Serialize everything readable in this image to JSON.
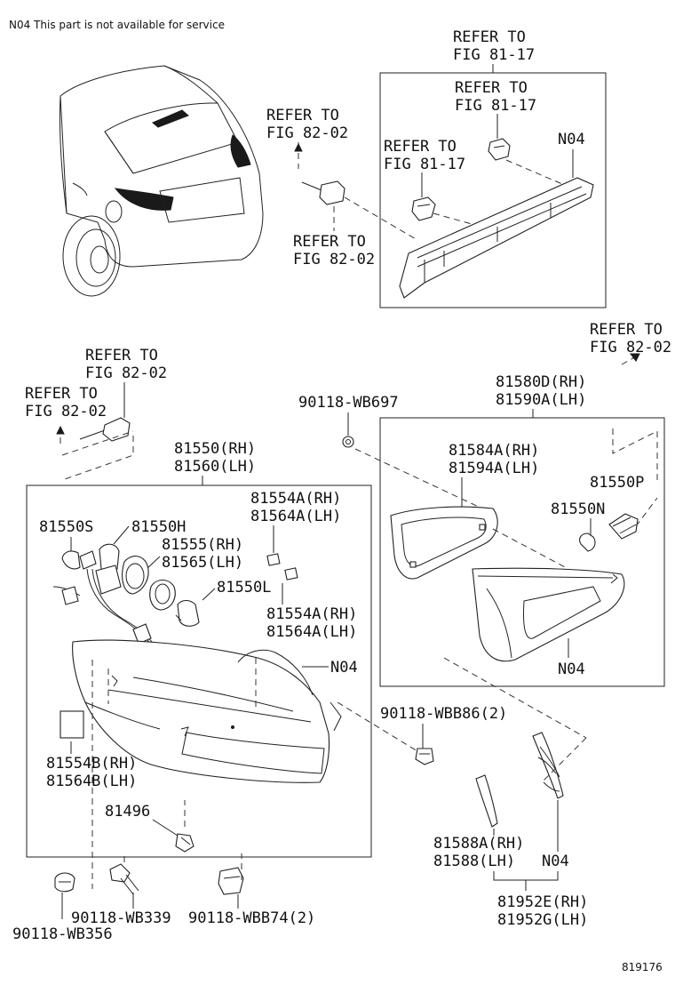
{
  "note": "N04 This part is not available for service",
  "figure_number": "819176",
  "labels": {
    "refer_top_a": "REFER TO",
    "refer_top_b": "FIG 81-17",
    "refer_clip1_a": "REFER TO",
    "refer_clip1_b": "FIG 81-17",
    "refer_clip2_a": "REFER TO",
    "refer_clip2_b": "FIG 81-17",
    "refer_conn1_a": "REFER TO",
    "refer_conn1_b": "FIG 82-02",
    "refer_conn2_a": "REFER TO",
    "refer_conn2_b": "FIG 82-02",
    "refer_right_a": "REFER TO",
    "refer_right_b": "FIG 82-02",
    "refer_left1_a": "REFER TO",
    "refer_left1_b": "FIG 82-02",
    "refer_left2_a": "REFER TO",
    "refer_left2_b": "FIG 82-02",
    "n04_stop": "N04",
    "p81580d": "81580D(RH)",
    "p81590a": "81590A(LH)",
    "p90118wb697": "90118-WB697",
    "p81584a": "81584A(RH)",
    "p81594a": "81594A(LH)",
    "p81550p": "81550P",
    "p81550n": "81550N",
    "n04_inner": "N04",
    "p81550rh": "81550(RH)",
    "p81560lh": "81560(LH)",
    "p81554a_1": "81554A(RH)",
    "p81564a_1": "81564A(LH)",
    "p81550s": "81550S",
    "p81550h": "81550H",
    "p81555": "81555(RH)",
    "p81565": "81565(LH)",
    "p81550l": "81550L",
    "p81554a_2": "81554A(RH)",
    "p81564a_2": "81564A(LH)",
    "n04_lamp": "N04",
    "p90118wbb86": "90118-WBB86(2)",
    "p81554b": "81554B(RH)",
    "p81564b": "81564B(LH)",
    "p81496": "81496",
    "p81588a": "81588A(RH)",
    "p81588lh": "81588(LH)",
    "n04_strip": "N04",
    "p81952e": "81952E(RH)",
    "p81952g": "81952G(LH)",
    "p90118wb339": "90118-WB339",
    "p90118wbb74": "90118-WBB74(2)",
    "p90118wb356": "90118-WB356"
  }
}
